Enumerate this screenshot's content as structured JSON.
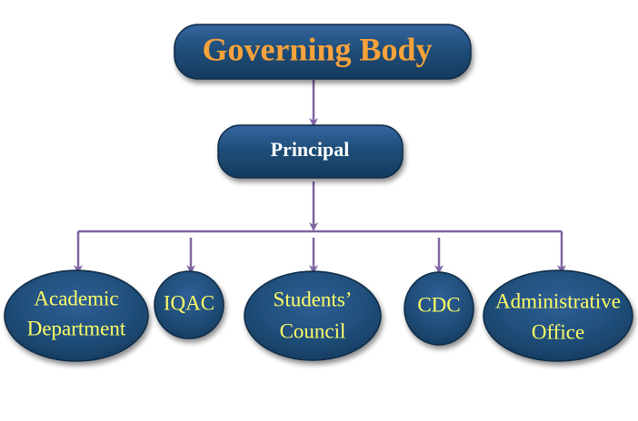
{
  "nodes": {
    "governing_body": "Governing Body",
    "principal": "Principal",
    "academic_line1": "Academic",
    "academic_line2": "Department",
    "iqac": "IQAC",
    "students_line1": "Students’",
    "students_line2": "Council",
    "cdc": "CDC",
    "admin_line1": "Administrative",
    "admin_line2": "Office"
  },
  "colors": {
    "node_fill": "#1F4E79",
    "connector": "#8064A2",
    "title_text": "#F7A23B",
    "principal_text": "#FFFFFF",
    "leaf_text": "#FFFF66"
  }
}
